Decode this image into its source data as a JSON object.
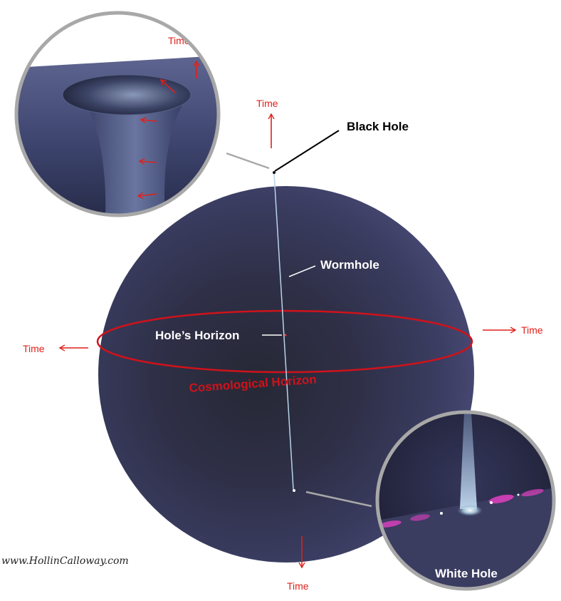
{
  "labels": {
    "black_hole": "Black Hole",
    "wormhole": "Wormhole",
    "holes_horizon": "Hole’s Horizon",
    "cosmological_horizon": "Cosmological Horizon",
    "white_hole": "White Hole",
    "time": "Time",
    "credit": "www.HollinCalloway.com"
  },
  "colors": {
    "sphere": "#35375a",
    "arrow_red": "#e0201a",
    "horizon_red": "#d0121a",
    "callout_ring": "#a8a8a8",
    "wormhole_line": "#b8d4ea"
  },
  "icons": [
    "time-arrow-icon",
    "funnel-inset",
    "white-hole-inset"
  ]
}
